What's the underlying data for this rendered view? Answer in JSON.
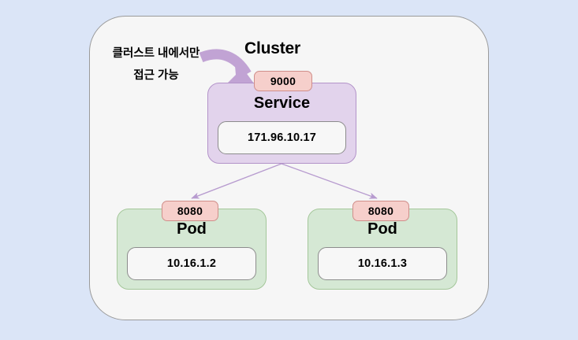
{
  "diagram": {
    "title": "Cluster",
    "background_color": "#dbe5f7",
    "cluster_fill": "#f6f6f6",
    "annotation": {
      "line1": "클러스트 내에서만",
      "line2": "접근 가능"
    },
    "service": {
      "label": "Service",
      "ip": "171.96.10.17",
      "port": "9000",
      "fill_color": "#e2d3ec",
      "border_color": "#b393c9"
    },
    "pods": [
      {
        "label": "Pod",
        "ip": "10.16.1.2",
        "port": "8080",
        "fill_color": "#d5e8d4",
        "border_color": "#a4c79a"
      },
      {
        "label": "Pod",
        "ip": "10.16.1.3",
        "port": "8080",
        "fill_color": "#d5e8d4",
        "border_color": "#a4c79a"
      }
    ],
    "badge_fill": "#f6cfcb",
    "badge_border": "#d08e8a",
    "arrow_color": "#b79bcf",
    "callout_arrow_color": "#c1a3d4"
  }
}
